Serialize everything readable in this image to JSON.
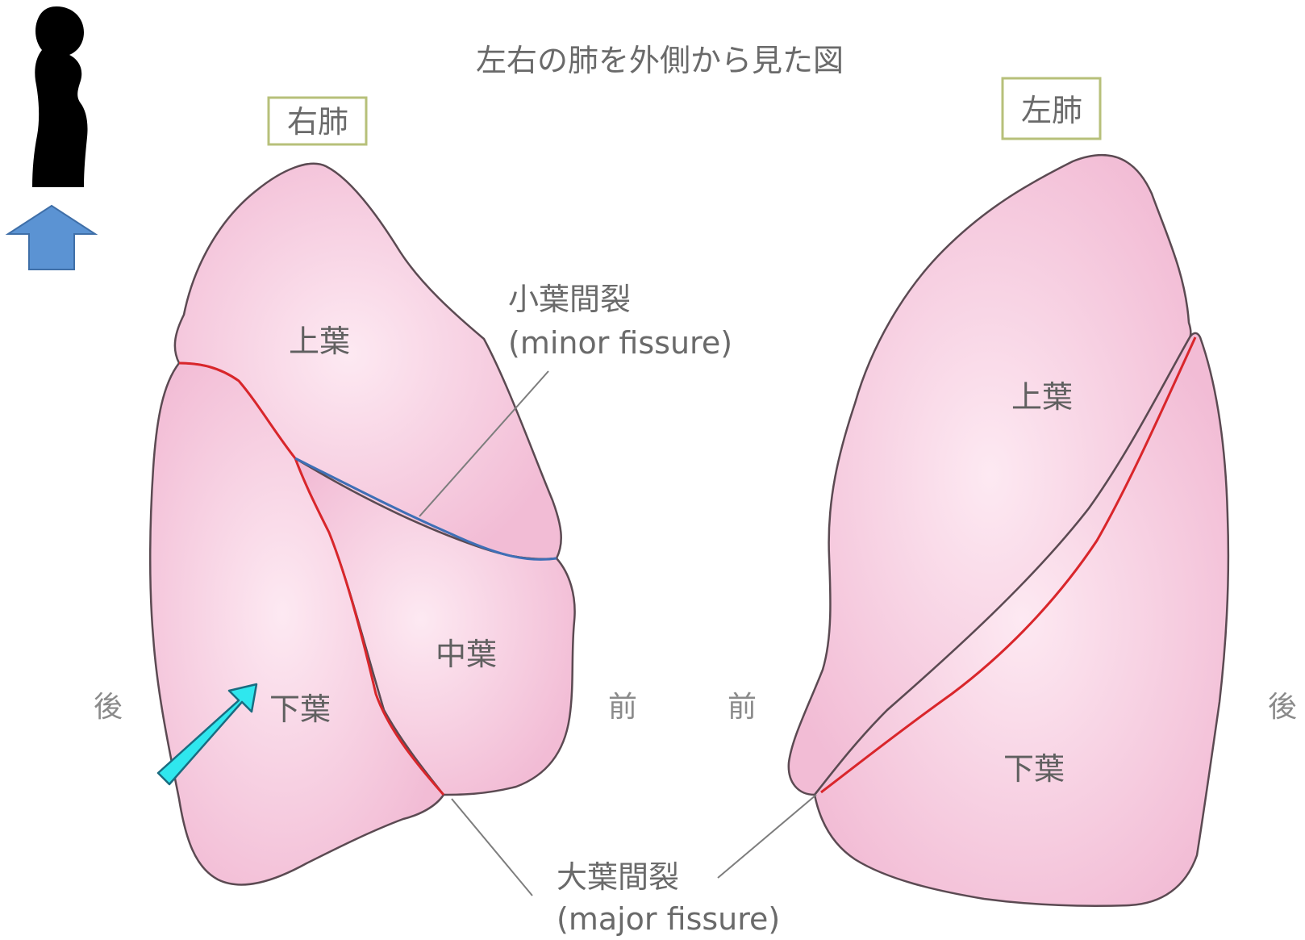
{
  "title": "左右の肺を外側から見た図",
  "right_lung": {
    "label": "右肺",
    "upper_lobe": "上葉",
    "middle_lobe": "中葉",
    "lower_lobe": "下葉",
    "back": "後",
    "front": "前"
  },
  "left_lung": {
    "label": "左肺",
    "upper_lobe": "上葉",
    "lower_lobe": "下葉",
    "front": "前",
    "back": "後"
  },
  "minor_fissure": {
    "jp": "小葉間裂",
    "en": "(minor fissure)"
  },
  "major_fissure": {
    "jp": "大葉間裂",
    "en": "(major fissure)"
  },
  "colors": {
    "lung_fill": "#f3bdd6",
    "lung_highlight": "#fbe6f0",
    "outline": "#5b4a52",
    "major_fissure_line": "#d9262b",
    "minor_fissure_line": "#3f6fb6",
    "label_box_border": "#b7c07a",
    "up_arrow": "#5b93d3",
    "pointer_arrow": "#2fe7ee",
    "silhouette": "#000000"
  },
  "icons": {
    "silhouette": "person-side-silhouette-icon",
    "up_arrow": "up-arrow-icon",
    "pointer": "diagonal-arrow-icon"
  }
}
